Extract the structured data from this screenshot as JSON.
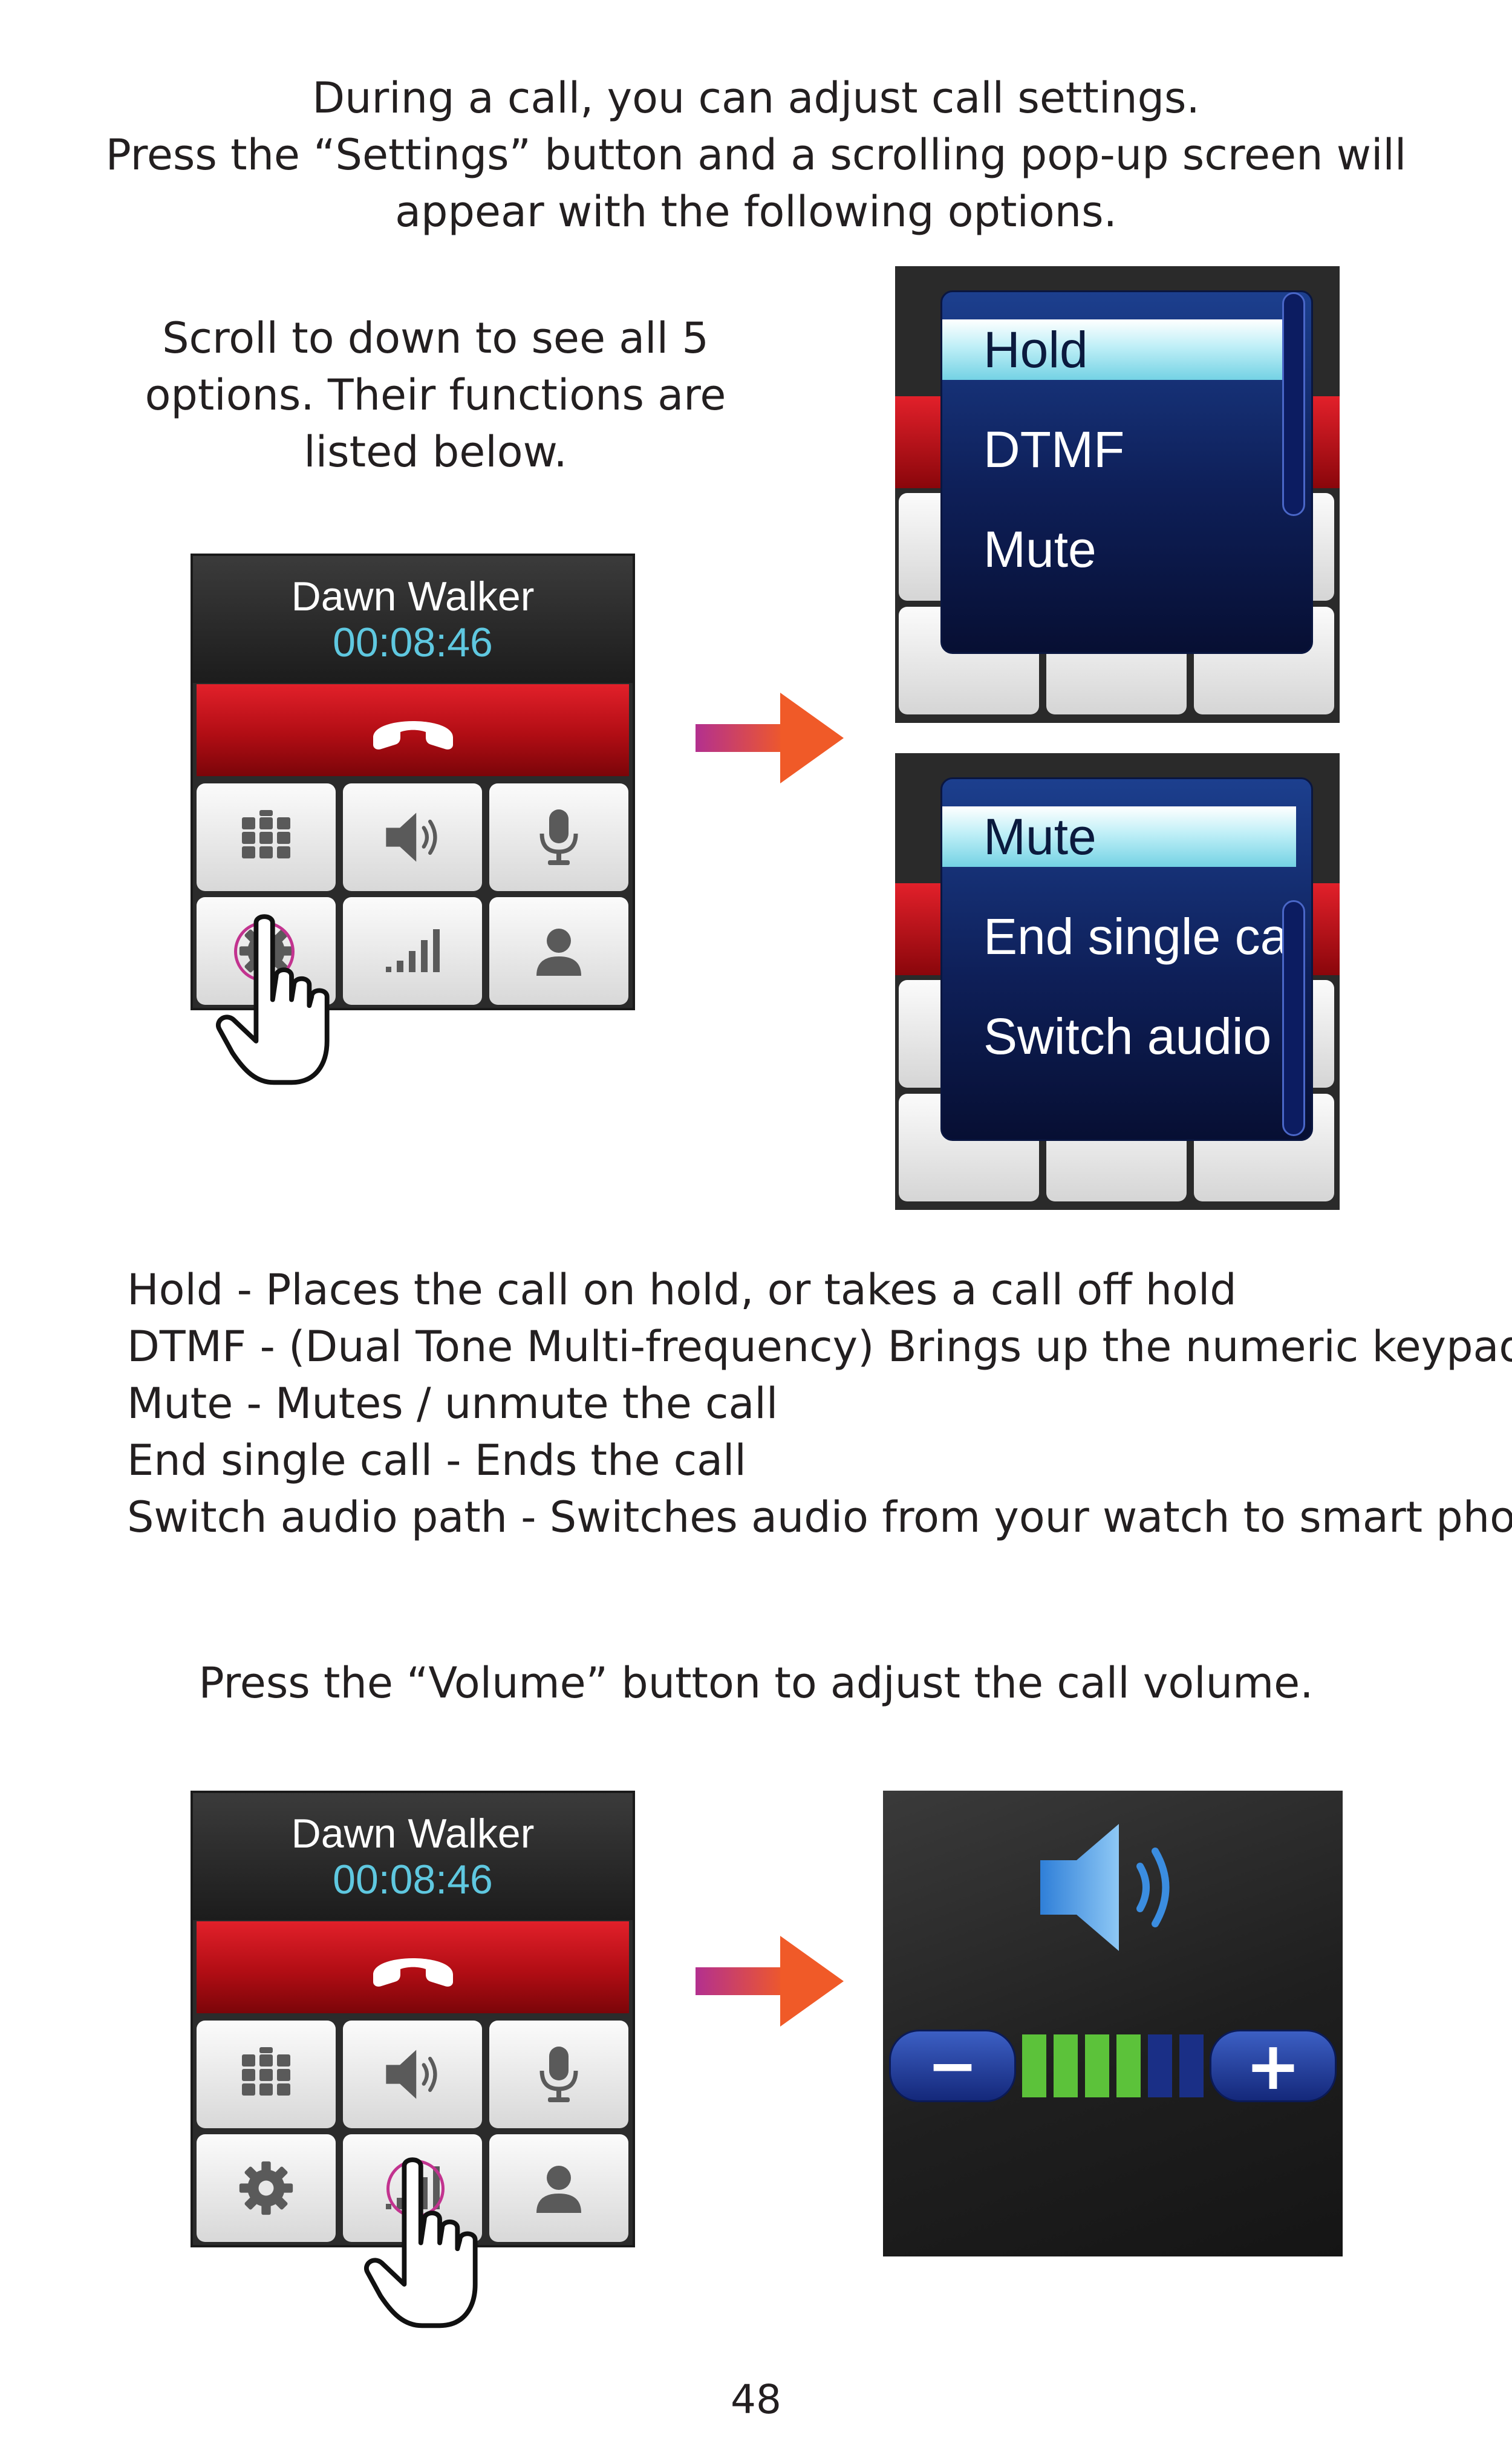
{
  "intro": {
    "line1": "During a call, you can adjust call settings.",
    "line2": "Press the “Settings” button and a scrolling pop-up screen will",
    "line3": "appear with the following options."
  },
  "scroll_note": "Scroll to down to see all 5 options. Their functions are listed below.",
  "call_screen": {
    "caller_name": "Dawn Walker",
    "call_timer": "00:08:46",
    "icons": [
      "end-call-icon",
      "keypad-icon",
      "speaker-icon",
      "microphone-icon",
      "settings-gear-icon",
      "volume-bars-icon",
      "contact-icon"
    ]
  },
  "popup_1": {
    "options": [
      "Hold",
      "DTMF",
      "Mute"
    ],
    "selected": "Hold"
  },
  "popup_2": {
    "options": [
      "Mute",
      "End single cal",
      "Switch audio"
    ],
    "selected": "Mute"
  },
  "descriptions": [
    "Hold - Places the call on hold, or takes a call off hold",
    "DTMF - (Dual Tone Multi-frequency) Brings up the numeric keypad",
    "Mute - Mutes / unmute the call",
    "End single call - Ends the call",
    "Switch audio path - Switches audio from your watch to smart phone"
  ],
  "volume_note": "Press the “Volume” button to adjust the call volume.",
  "volume_screen": {
    "level": 4,
    "max_level": 6,
    "minus_label": "−",
    "plus_label": "+",
    "colors": {
      "active": "#5cc23a",
      "inactive": "#1a2f86"
    }
  },
  "page_number": "48",
  "colors": {
    "end_call_red": "#d4151d",
    "timer_cyan": "#5fc8e0",
    "popup_blue": "#102766",
    "arrow_start": "#b3308f",
    "arrow_end": "#f05a28"
  }
}
